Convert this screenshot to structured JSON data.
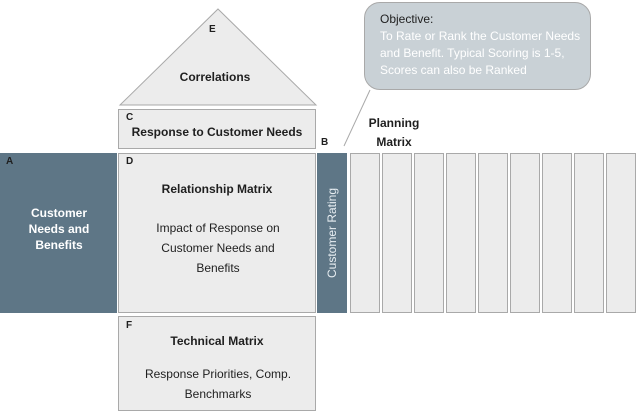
{
  "objective": {
    "title": "Objective:",
    "text": "To Rate or Rank the Customer Needs and Benefit. Typical Scoring is 1-5, Scores can also be Ranked"
  },
  "roof": {
    "letter": "E",
    "title": "Correlations"
  },
  "response": {
    "letter": "C",
    "title": "Response to Customer Needs"
  },
  "customer_needs": {
    "letter": "A",
    "title": "Customer Needs and Benefits"
  },
  "relationship": {
    "letter": "D",
    "title": "Relationship Matrix",
    "text": "Impact of Response on Customer Needs and Benefits"
  },
  "rating": {
    "letter": "B",
    "label": "Customer Rating"
  },
  "planning": {
    "title": "Planning Matrix",
    "column_count": 9
  },
  "technical": {
    "letter": "F",
    "title": "Technical Matrix",
    "text": "Response Priorities, Comp. Benchmarks"
  },
  "colors": {
    "dark": "#5e7686",
    "light": "#ececec",
    "border": "#a9a9a9",
    "bubble": "#c9d1d6"
  }
}
